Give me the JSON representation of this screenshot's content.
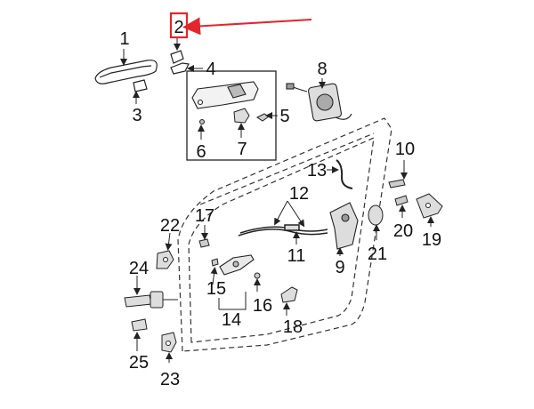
{
  "diagram": {
    "callouts": [
      {
        "id": "c1",
        "label": "1"
      },
      {
        "id": "c2",
        "label": "2"
      },
      {
        "id": "c3",
        "label": "3"
      },
      {
        "id": "c4",
        "label": "4"
      },
      {
        "id": "c5",
        "label": "5"
      },
      {
        "id": "c6",
        "label": "6"
      },
      {
        "id": "c7",
        "label": "7"
      },
      {
        "id": "c8",
        "label": "8"
      },
      {
        "id": "c9",
        "label": "9"
      },
      {
        "id": "c10",
        "label": "10"
      },
      {
        "id": "c11",
        "label": "11"
      },
      {
        "id": "c12",
        "label": "12"
      },
      {
        "id": "c13",
        "label": "13"
      },
      {
        "id": "c14",
        "label": "14"
      },
      {
        "id": "c15",
        "label": "15"
      },
      {
        "id": "c16",
        "label": "16"
      },
      {
        "id": "c17",
        "label": "17"
      },
      {
        "id": "c18",
        "label": "18"
      },
      {
        "id": "c19",
        "label": "19"
      },
      {
        "id": "c20",
        "label": "20"
      },
      {
        "id": "c21",
        "label": "21"
      },
      {
        "id": "c22",
        "label": "22"
      },
      {
        "id": "c23",
        "label": "23"
      },
      {
        "id": "c24",
        "label": "24"
      },
      {
        "id": "c25",
        "label": "25"
      }
    ],
    "highlight": {
      "target": "2",
      "color": "#e3262b"
    },
    "line_color": "#222222"
  }
}
